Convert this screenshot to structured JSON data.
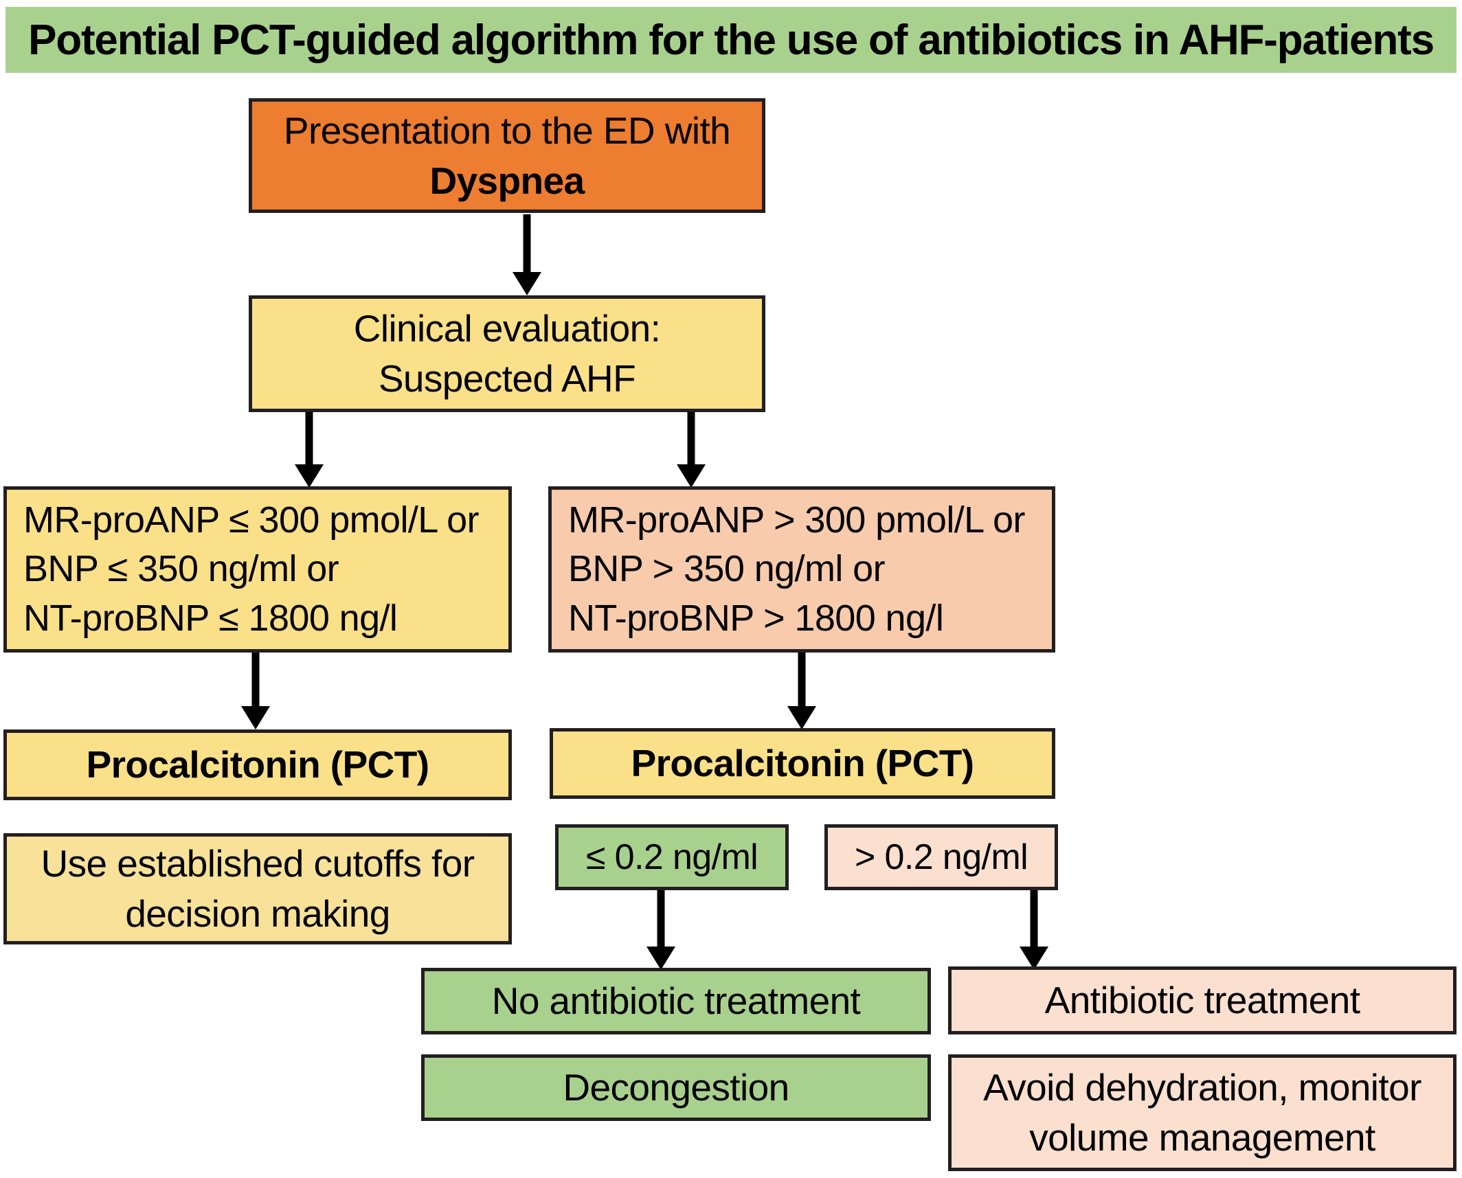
{
  "title": {
    "text": "Potential PCT-guided algorithm for the use of antibiotics in AHF-patients",
    "bg": "#a9d18e"
  },
  "colors": {
    "orange": "#ed7d31",
    "yellow_deep": "#fbe08a",
    "yellow_light": "#f8e29a",
    "pink": "#f7cbac",
    "pink_light": "#fbe0d0",
    "green": "#a9d18e",
    "border": "#231f20",
    "arrow": "#000000"
  },
  "nodes": {
    "presentation": {
      "line1": "Presentation to the ED with",
      "line2": "Dyspnea"
    },
    "clinical_evaluation": {
      "line1": "Clinical evaluation:",
      "line2": "Suspected AHF"
    },
    "biomarker_low": {
      "line1": "MR-proANP ≤ 300 pmol/L or",
      "line2": "BNP ≤ 350 ng/ml or",
      "line3": "NT-proBNP ≤ 1800 ng/l"
    },
    "biomarker_high": {
      "line1": "MR-proANP > 300 pmol/L or",
      "line2": "BNP > 350 ng/ml or",
      "line3": "NT-proBNP > 1800 ng/l"
    },
    "pct_left": {
      "label": "Procalcitonin (PCT)"
    },
    "pct_right": {
      "label": "Procalcitonin (PCT)"
    },
    "established_cutoffs": {
      "line1": "Use established cutoffs for",
      "line2": "decision making"
    },
    "pct_low": {
      "label": "≤ 0.2 ng/ml"
    },
    "pct_high": {
      "label": "> 0.2 ng/ml"
    },
    "no_antibiotic": {
      "label": "No antibiotic treatment"
    },
    "decongestion": {
      "label": "Decongestion"
    },
    "antibiotic": {
      "label": "Antibiotic treatment"
    },
    "avoid_dehydration": {
      "line1": "Avoid dehydration, monitor",
      "line2": "volume management"
    }
  },
  "edges": [
    {
      "name": "presentation-to-clinical-evaluation"
    },
    {
      "name": "clinical-evaluation-to-biomarker-low"
    },
    {
      "name": "clinical-evaluation-to-biomarker-high"
    },
    {
      "name": "biomarker-low-to-pct-left"
    },
    {
      "name": "biomarker-high-to-pct-right"
    },
    {
      "name": "pct-low-to-no-antibiotic"
    },
    {
      "name": "pct-high-to-antibiotic"
    }
  ]
}
